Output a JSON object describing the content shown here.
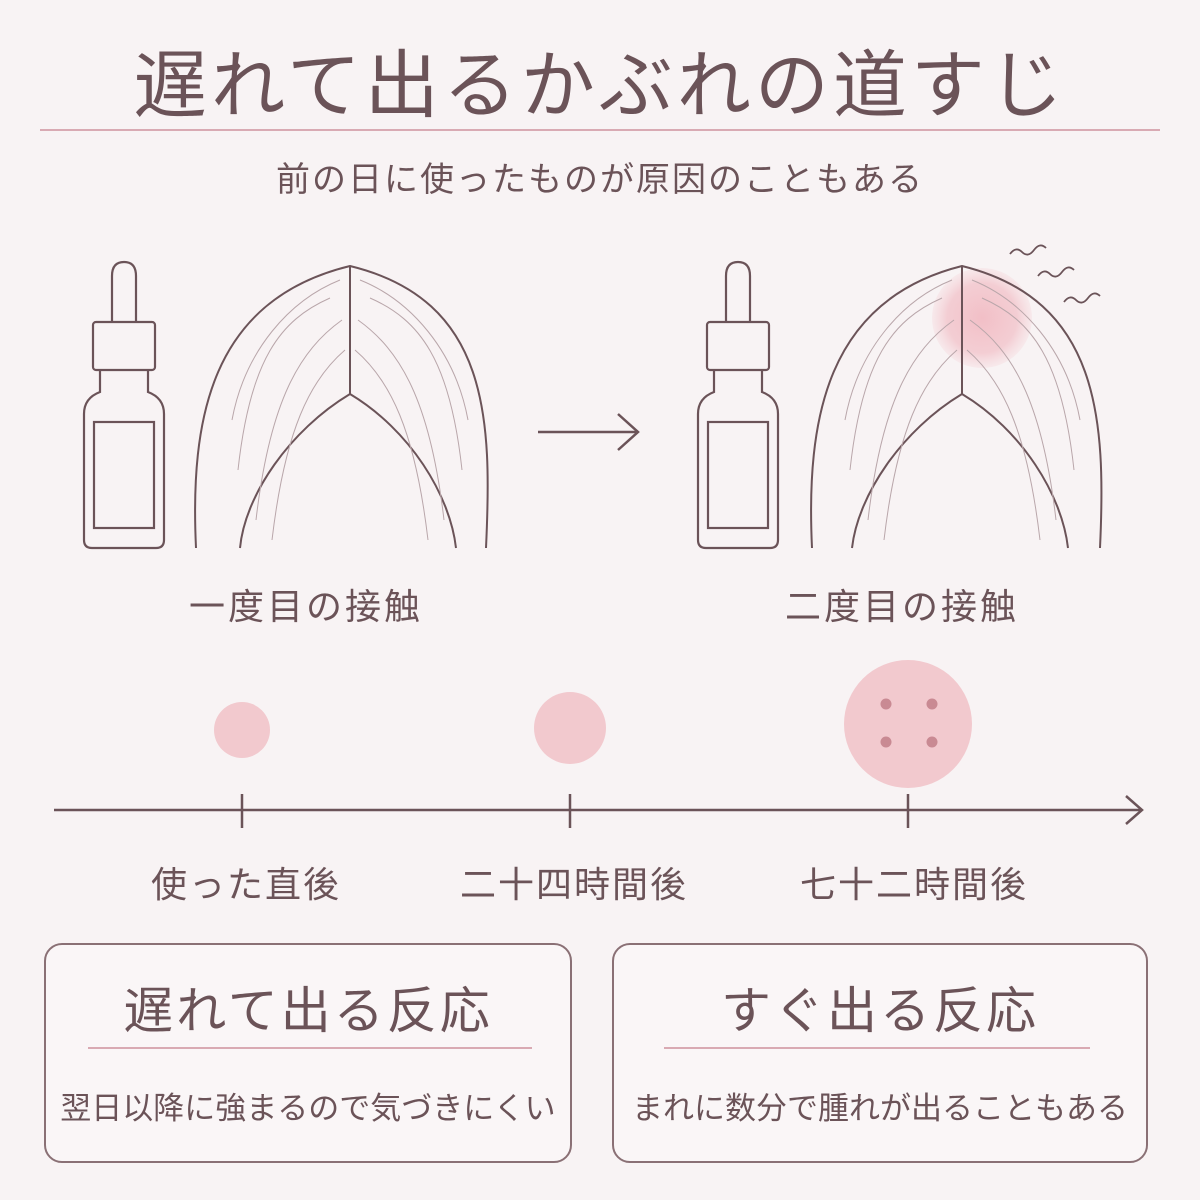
{
  "title": "遅れて出るかぶれの道すじ",
  "subtitle": "前の日に使ったものが原因のこともある",
  "illustration": {
    "icons": [
      "dropper-bottle-icon",
      "hair-icon",
      "right-arrow-icon",
      "itch-lines-icon"
    ],
    "colors": {
      "line": "#6b5358",
      "reaction": "#f2c9ce",
      "dot": "#c98a93"
    }
  },
  "contacts": {
    "first": "一度目の接触",
    "second": "二度目の接触"
  },
  "timeline": {
    "points": [
      {
        "label": "使った直後",
        "reaction_level": 1
      },
      {
        "label": "二十四時間後",
        "reaction_level": 2
      },
      {
        "label": "七十二時間後",
        "reaction_level": 3
      }
    ]
  },
  "cards": [
    {
      "title": "遅れて出る反応",
      "body": "翌日以降に強まるので気づきにくい"
    },
    {
      "title": "すぐ出る反応",
      "body": "まれに数分で腫れが出ることもある"
    }
  ]
}
